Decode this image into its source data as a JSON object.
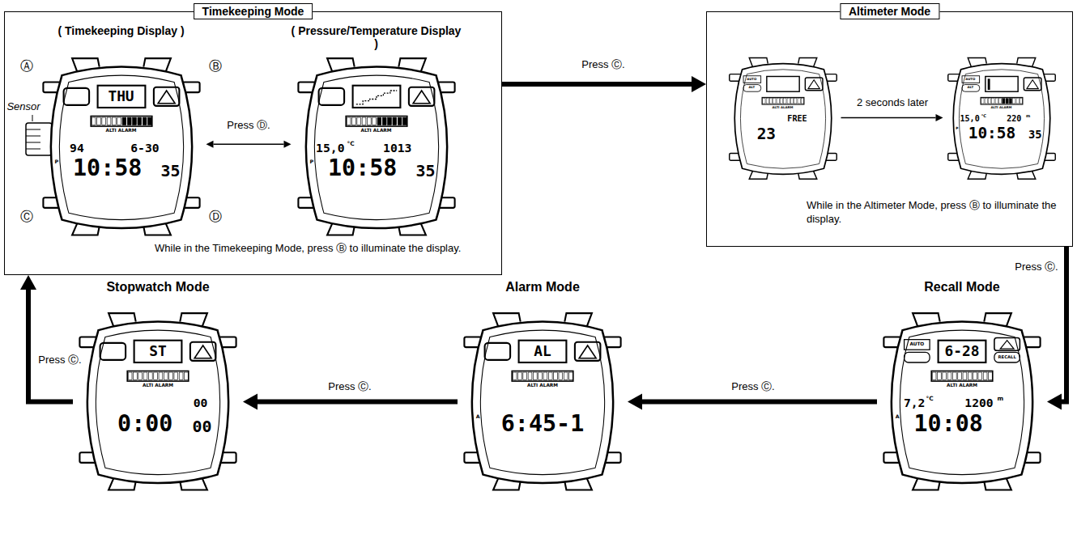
{
  "diagram": {
    "nodes": [
      {
        "text": [
          "Timekeeping Mode",
          "While in the Timekeeping Mode, press Ⓑ to illuminate the display."
        ]
      },
      {
        "text": [
          "( Timekeeping Display )",
          "THU",
          "ALTI ALARM",
          "94",
          "6-30",
          "P",
          "10:58",
          "35"
        ],
        "in": 0
      },
      {
        "text": [
          "( Pressure/Temperature Display )",
          "ALTI ALARM",
          "15,0",
          "°C",
          "1013",
          "P",
          "10:58",
          "35"
        ],
        "in": 0
      },
      {
        "text": [
          "Altimeter Mode",
          "While in the Altimeter Mode, press Ⓑ to illuminate the display."
        ]
      },
      {
        "text": [
          "AUTO",
          "ALT",
          "ALTI ALARM",
          "FREE",
          "23"
        ],
        "in": 3
      },
      {
        "text": [
          "AUTO",
          "ALT",
          "ALTI ALARM",
          "15,0",
          "°C",
          "220",
          "m",
          "P",
          "10:58",
          "35"
        ],
        "in": 3
      },
      {
        "text": [
          "Recall Mode",
          "AUTO",
          "RECALL",
          "6-28",
          "ALTI ALARM",
          "7,2",
          "°C",
          "1200",
          "m",
          "A",
          "10:08"
        ]
      },
      {
        "text": [
          "Alarm Mode",
          "AL",
          "ALTI ALARM",
          "A",
          "6:45-1"
        ]
      },
      {
        "text": [
          "Stopwatch Mode",
          "ST",
          "ALTI ALARM",
          "00",
          "0:00",
          "00"
        ]
      }
    ],
    "edges": [
      {
        "from": 1,
        "to": 2,
        "arrow": "both",
        "label": "Press Ⓓ."
      },
      {
        "from": 0,
        "to": 3,
        "arrow": "to",
        "label": "Press Ⓒ."
      },
      {
        "from": 4,
        "to": 5,
        "arrow": "to",
        "label": "2 seconds later"
      },
      {
        "from": 3,
        "to": 6,
        "arrow": "to",
        "label": "Press Ⓒ."
      },
      {
        "from": 6,
        "to": 7,
        "arrow": "to",
        "label": "Press Ⓒ."
      },
      {
        "from": 7,
        "to": 8,
        "arrow": "to",
        "label": "Press Ⓒ."
      },
      {
        "from": 8,
        "to": 0,
        "arrow": "to",
        "label": "Press Ⓒ."
      }
    ],
    "labels": [
      "Sensor",
      "Ⓐ",
      "Ⓑ",
      "Ⓒ",
      "Ⓓ"
    ]
  }
}
